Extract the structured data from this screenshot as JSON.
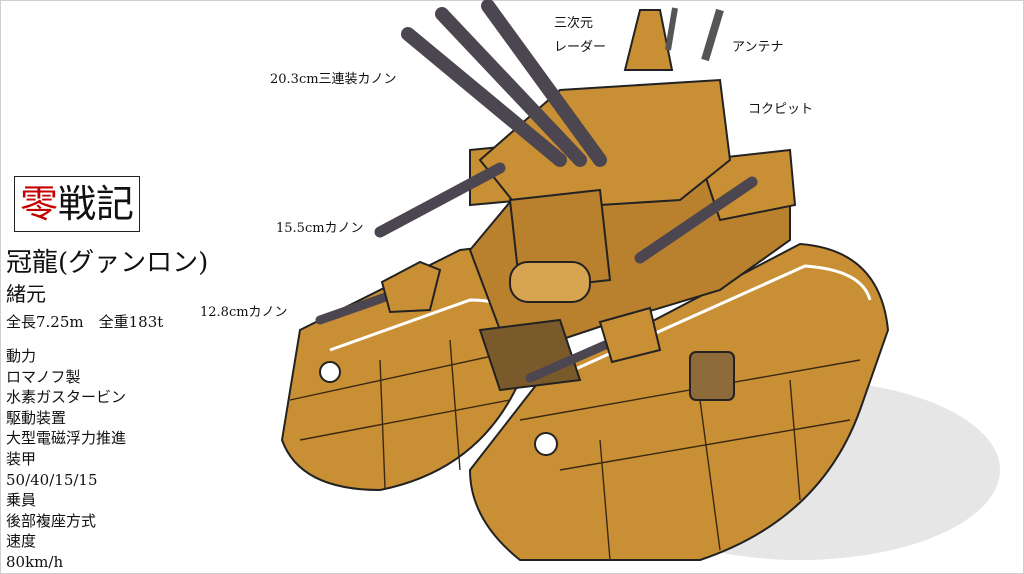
{
  "logo": {
    "red_text": "零",
    "black_text": "戦記"
  },
  "spec": {
    "name": "冠龍(グァンロン)",
    "section": "緒元",
    "dims": "全長7.25m　全重183t",
    "rows": [
      "動力",
      "ロマノフ製",
      "水素ガスタービン",
      "駆動装置",
      "大型電磁浮力推進",
      "装甲",
      "50/40/15/15",
      "乗員",
      "後部複座方式",
      "速度",
      "80km/h"
    ]
  },
  "callouts": {
    "main_gun": "20.3cm三連装カノン",
    "radar_line1": "三次元",
    "radar_line2": "レーダー",
    "antenna": "アンテナ",
    "cockpit": "コクピット",
    "gun155": "15.5cmカノン",
    "gun128": "12.8cmカノン"
  },
  "colors": {
    "hull": "#c98f35",
    "hull_shadow": "#9c6a24",
    "hull_light": "#dcaa55",
    "barrel": "#4c4650",
    "accent_red": "#c40000"
  }
}
